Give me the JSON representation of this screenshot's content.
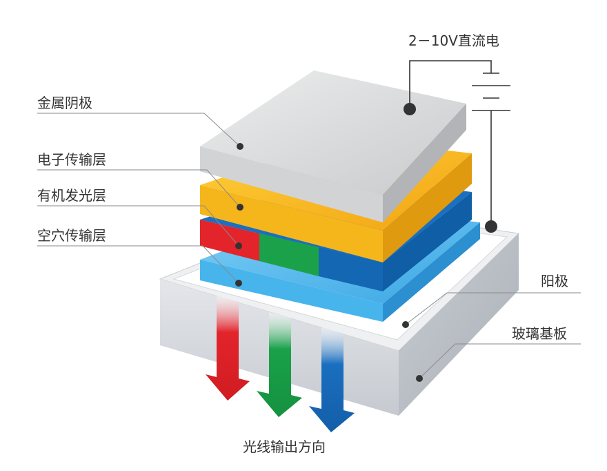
{
  "diagram": {
    "labels": {
      "metal_cathode": "金属阴极",
      "electron_transport_layer": "电子传输层",
      "organic_emissive_layer": "有机发光层",
      "hole_transport_layer": "空穴传输层",
      "anode": "阳极",
      "glass_substrate": "玻璃基板",
      "light_output_direction": "光线输出方向",
      "power_supply": "2－10V直流电"
    },
    "colors": {
      "cathode": "#d9dadc",
      "electron_transport": "#f6b81b",
      "emissive_red": "#e3242b",
      "emissive_green": "#1aa14a",
      "emissive_blue": "#1467b3",
      "hole_transport": "#4fb6ec",
      "glass": "#d4d7dc",
      "arrow_red": "#e3242b",
      "arrow_green": "#1aa14a",
      "arrow_blue": "#1a6fc0"
    }
  }
}
